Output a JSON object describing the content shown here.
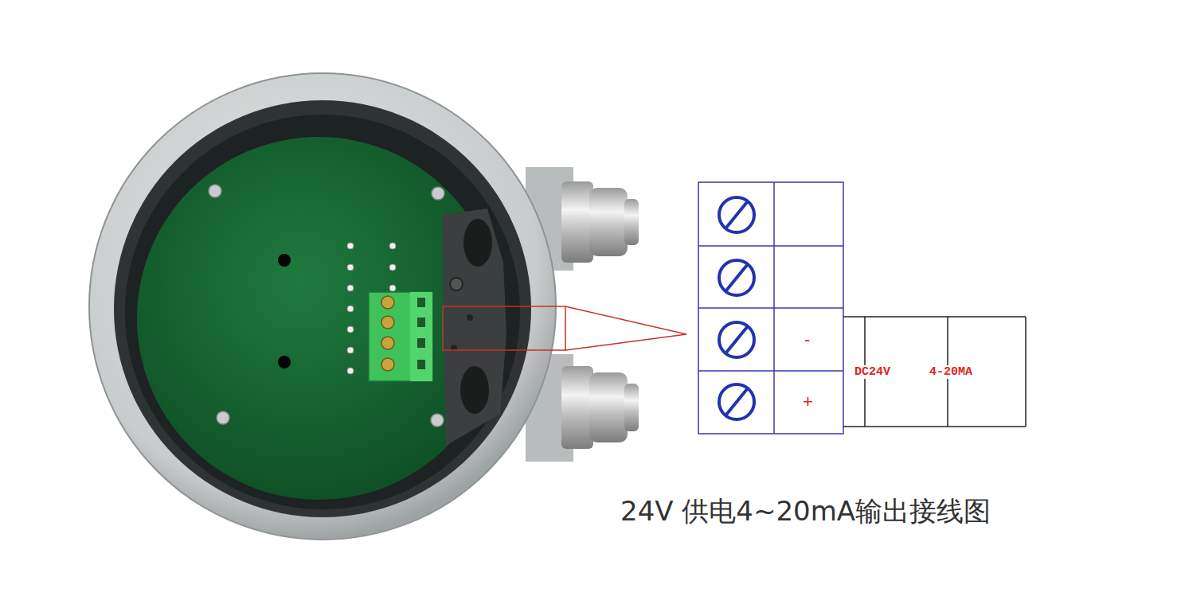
{
  "diagram": {
    "caption": "24V 供电4~20mA输出接线图",
    "labels": [
      "-",
      "+",
      "DC24V",
      "4-20MA"
    ]
  }
}
